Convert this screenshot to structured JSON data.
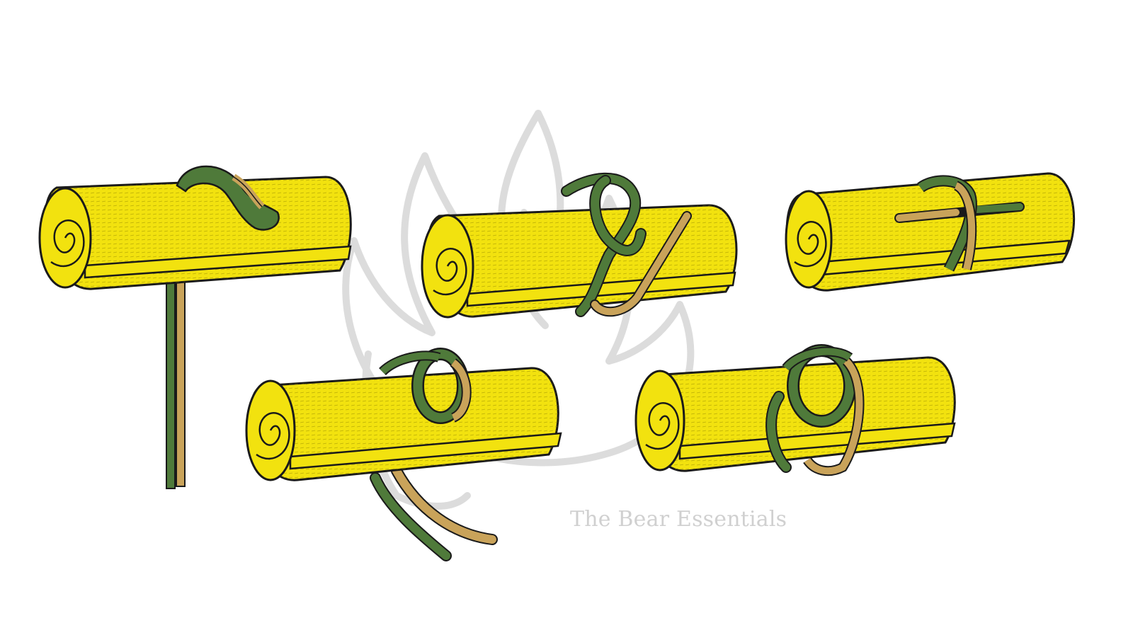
{
  "watermark": {
    "text": "The Bear Essentials",
    "logo_icon": "bear-flame-logo-icon"
  },
  "steps": [
    {
      "id": "step-1",
      "rope_ends": "hanging-down"
    },
    {
      "id": "step-2",
      "rope_ends": "crossed-diagonal"
    },
    {
      "id": "step-3",
      "rope_ends": "tucked-horizontal"
    },
    {
      "id": "step-4",
      "rope_ends": "trailing-below"
    },
    {
      "id": "step-5",
      "rope_ends": "wrapped-loop"
    }
  ],
  "colors": {
    "roll_fill": "#f2e20f",
    "roll_stroke": "#1a1a1a",
    "rope_green": "#4f7a3a",
    "rope_tan": "#c9a35a",
    "watermark": "#d0d0d0"
  }
}
